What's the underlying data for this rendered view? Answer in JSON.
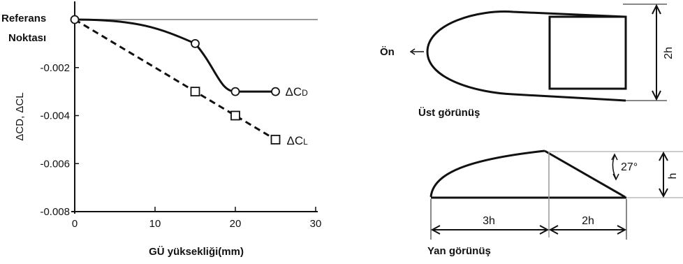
{
  "chart_data": {
    "type": "line",
    "x": [
      0,
      15,
      20,
      25
    ],
    "series": [
      {
        "name": "ΔCD",
        "label_main": "ΔC",
        "label_sub": "D",
        "marker": "circle",
        "line": "solid",
        "y": [
          0.0,
          -0.001,
          -0.003,
          -0.003
        ]
      },
      {
        "name": "ΔCL",
        "label_main": "ΔC",
        "label_sub": "L",
        "marker": "square",
        "line": "dashed",
        "y": [
          0.0,
          -0.003,
          -0.004,
          -0.005
        ]
      }
    ],
    "xlim": [
      0,
      30
    ],
    "ylim": [
      -0.008,
      0.0
    ],
    "x_ticks": [
      "0",
      "10",
      "20",
      "30"
    ],
    "y_ticks": [
      "-0.002",
      "-0.004",
      "-0.006",
      "-0.008"
    ],
    "xlabel": "GÜ yüksekliği(mm)",
    "ylabel": "ΔCD, ΔCL",
    "reference_label_line1": "Referans",
    "reference_label_line2": "Noktası",
    "grid": false
  },
  "diagram": {
    "front_label": "Ön",
    "top_view_label": "Üst görünüş",
    "side_view_label": "Yan görünüş",
    "dim_width": "2h",
    "dim_height": "h",
    "dim_angle": "27°",
    "dim_length_front": "3h",
    "dim_length_rear": "2h"
  },
  "colors": {
    "ink": "#111111",
    "marker_fill": "#ffffff",
    "reference_line": "#999999"
  }
}
